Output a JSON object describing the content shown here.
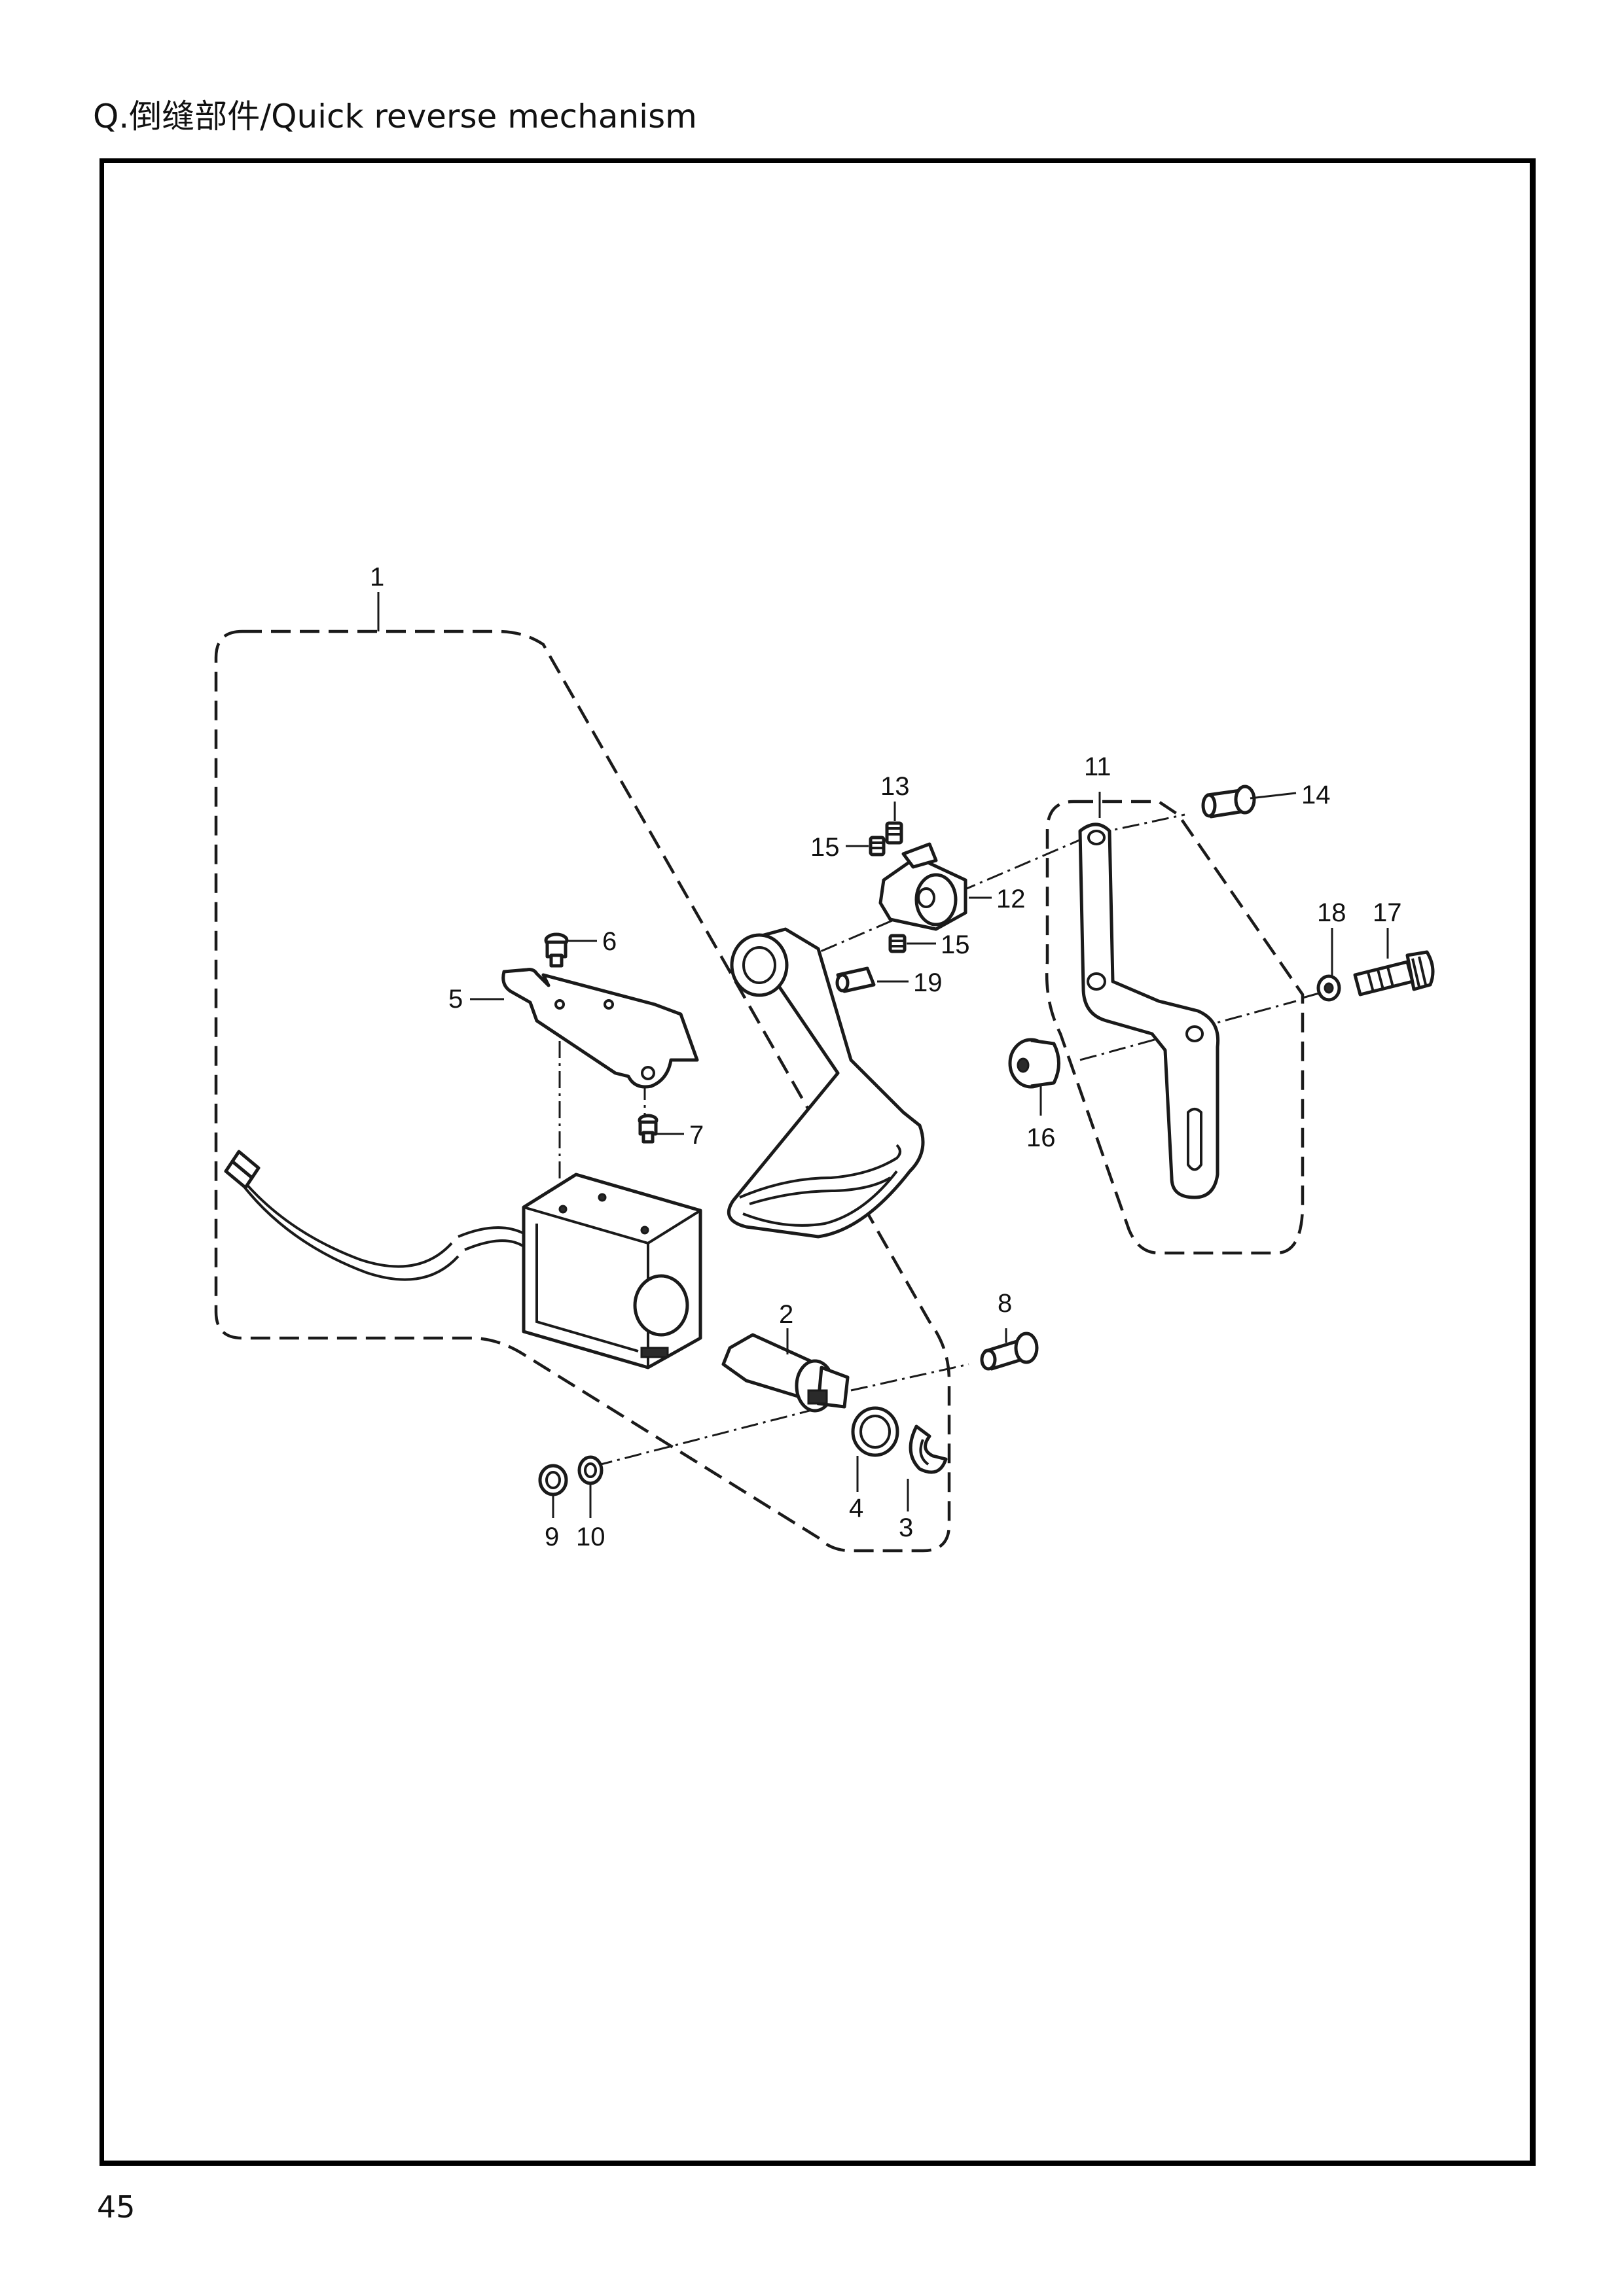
{
  "header": {
    "title": "Q.倒缝部件/Quick reverse mechanism"
  },
  "footer": {
    "page_number": "45"
  },
  "diagram": {
    "callouts": [
      "1",
      "2",
      "3",
      "4",
      "5",
      "6",
      "7",
      "8",
      "9",
      "10",
      "11",
      "12",
      "13",
      "14",
      "15",
      "15",
      "16",
      "17",
      "18",
      "19"
    ]
  }
}
